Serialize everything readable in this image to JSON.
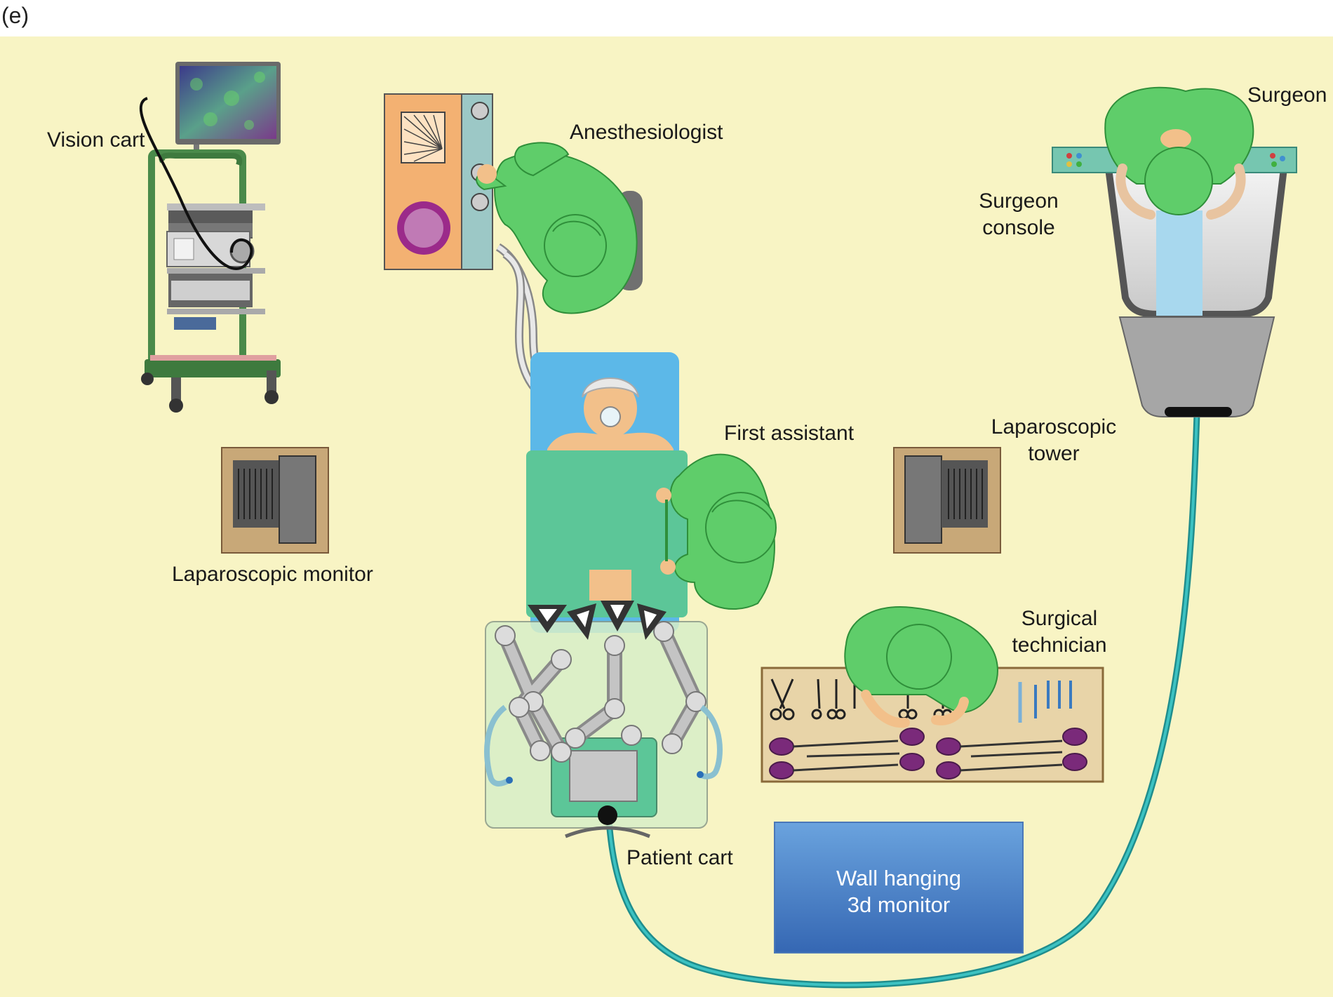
{
  "panel_letter": "(e)",
  "colors": {
    "floor": "#f8f4c4",
    "scrubs": "#5fcd6a",
    "scrubs_outline": "#2f8f3a",
    "drape": "#5cc698",
    "table_blue": "#5cb8e8",
    "cable": "#2aa8a8",
    "wall_monitor_top": "#5c97d6",
    "wall_monitor_bottom": "#3a6fb8",
    "wood": "#c8a878"
  },
  "labels": {
    "vision_cart": "Vision cart",
    "anesthesiologist": "Anesthesiologist",
    "surgeon": "Surgeon",
    "surgeon_console_1": "Surgeon",
    "surgeon_console_2": "console",
    "first_assistant": "First assistant",
    "lap_tower_1": "Laparoscopic",
    "lap_tower_2": "tower",
    "lap_monitor": "Laparoscopic monitor",
    "surgical_tech_1": "Surgical",
    "surgical_tech_2": "technician",
    "patient_cart": "Patient cart",
    "wall_monitor_1": "Wall hanging",
    "wall_monitor_2": "3d monitor"
  }
}
